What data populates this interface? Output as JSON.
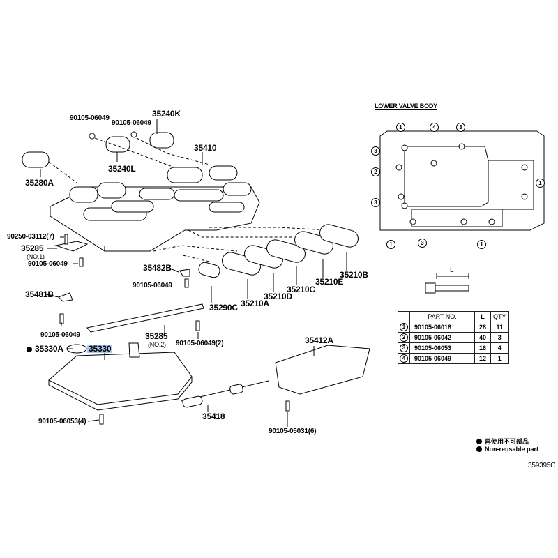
{
  "callouts": {
    "bolt_35240l": "90105-06049",
    "bolt_35240k": "90105-06049",
    "solenoid_k": "35240K",
    "upper_valve_body": "35410",
    "solenoid_l": "35240L",
    "solenoid_a": "35280A",
    "pin": "90250-03112(7)",
    "spring_plate_1": "35285",
    "spring_plate_1_no": "(NO.1)",
    "bolt_plate_1": "90105-06049",
    "bracket_482b": "35482B",
    "bolt_482b": "90105-06049",
    "bracket_481b": "35481B",
    "bolt_481b": "90105-06049",
    "spring_plate_2": "35285",
    "spring_plate_2_no": "(NO.2)",
    "bolt_plate_2": "90105-06049(2)",
    "oring": "35330A",
    "strainer": "35330",
    "wire_harness": "35412A",
    "bolt_strainer": "90105-06053(4)",
    "connector": "35418",
    "bolt_harness": "90105-05031(6)",
    "sol_290c": "35290C",
    "sol_210a": "35210A",
    "sol_210d": "35210D",
    "sol_210c": "35210C",
    "sol_210e": "35210E",
    "sol_210b": "35210B"
  },
  "lower_valve_body": {
    "title": "LOWER VALVE BODY",
    "markers": [
      "1",
      "4",
      "3",
      "3",
      "2",
      "1",
      "3",
      "3",
      "1",
      "1"
    ],
    "length_label": "L"
  },
  "bolt_table": {
    "headers": [
      "PART NO.",
      "L",
      "QTY"
    ],
    "rows": [
      {
        "no": "1",
        "part": "90105-06018",
        "l": "28",
        "qty": "11"
      },
      {
        "no": "2",
        "part": "90105-06042",
        "l": "40",
        "qty": "3"
      },
      {
        "no": "3",
        "part": "90105-06053",
        "l": "16",
        "qty": "4"
      },
      {
        "no": "4",
        "part": "90105-06049",
        "l": "12",
        "qty": "1"
      }
    ]
  },
  "legend": {
    "jp": "再使用不可部品",
    "en": "Non-reusable part"
  },
  "diagram_id": "359395C",
  "highlight_color": "#a9c9f2"
}
